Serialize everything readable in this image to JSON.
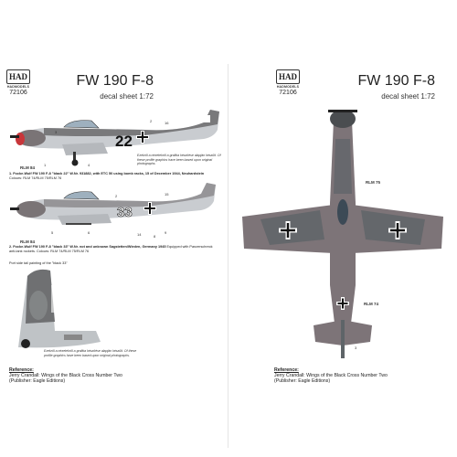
{
  "left": {
    "logo": {
      "mark": "HAD",
      "maker": "HADMODELS",
      "code": "72106"
    },
    "title": "FW 190 F-8",
    "subtitle": "decal sheet 1:72",
    "note_top": "Ezekről a nézetekről a grafika készítése alapján készült. Of these profile graphics have been based upon original photographs.",
    "rlm_a": "RLM 84",
    "caption1_bold": "1. Focke-Wulf FW 190 F-8 \"black 22\" W.Nr. 931882, with ETC 50 using bomb racks, 15 of December 1944, Neuhardstein",
    "caption1_rest": "Colours: RLM 74/RLM 75/RLM 76",
    "rlm_b": "RLM 84",
    "caption2_bold": "2. Focke-Wulf FW 190 F-8 \"black 33\" W.Nr. not and unknown Sagstetten/Wieden, Germany 1945",
    "caption2_rest": "Equipped with Panzerschreck anti-tank rockets. Colours: RLM 74/RLM 75/RLM 76",
    "tail_caption": "Port side tail painting of the \"black 33\"",
    "note_bottom": "Ezekről a nézetekről a grafika készítése alapján készült. Of these profile graphics have been based upon original photographs.",
    "plane1_code": "22",
    "plane2_code": "33",
    "numbers": [
      "2",
      "16",
      "3",
      "1",
      "4",
      "15",
      "2",
      "5",
      "6",
      "14",
      "8",
      "9"
    ],
    "ref_head": "Reference:",
    "ref_line1": "Jerry Crandall: Wings of the Black Cross Number Two",
    "ref_line2": "(Publisher: Eagle Editions)"
  },
  "right": {
    "logo": {
      "mark": "HAD",
      "maker": "HADMODELS",
      "code": "72106"
    },
    "title": "FW 190 F-8",
    "subtitle": "decal sheet 1:72",
    "rlm_top": "RLM 75",
    "rlm_bottom": "RLM 74",
    "num": "3",
    "ref_head": "Reference:",
    "ref_line1": "Jerry Crandall: Wings of the Black Cross Number Two",
    "ref_line2": "(Publisher: Eagle Editions)"
  },
  "colors": {
    "rlm74": "#5e6468",
    "rlm75": "#7d7478",
    "rlm76": "#c9ccd0",
    "cross": "#111111"
  }
}
